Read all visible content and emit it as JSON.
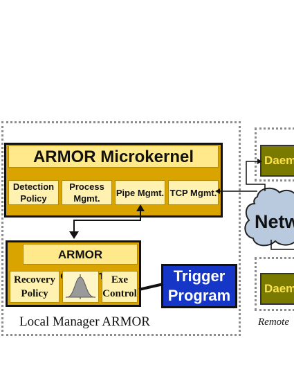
{
  "local_manager": {
    "caption": "Local Manager ARMOR",
    "top_armor": {
      "title": "ARMOR Microkernel",
      "cells": [
        "Detection Policy",
        "Process Mgmt.",
        "Pipe Mgmt.",
        "TCP Mgmt."
      ]
    },
    "bottom_armor": {
      "title": "ARMOR Microkernel",
      "recovery": "Recovery Policy",
      "exe_control": "Exe Control"
    }
  },
  "trigger": {
    "line1": "Trigger",
    "line2": "Program"
  },
  "remote": {
    "daemon_top": "Daem",
    "network": "Netw",
    "daemon_bottom": "Daem",
    "caption": "Remote"
  },
  "colors": {
    "gold": "#d9a400",
    "banner": "#ffe98a",
    "trigger_blue": "#1536c7",
    "daemon_olive": "#7a7a00",
    "network_cloud": "#b9c9de"
  }
}
